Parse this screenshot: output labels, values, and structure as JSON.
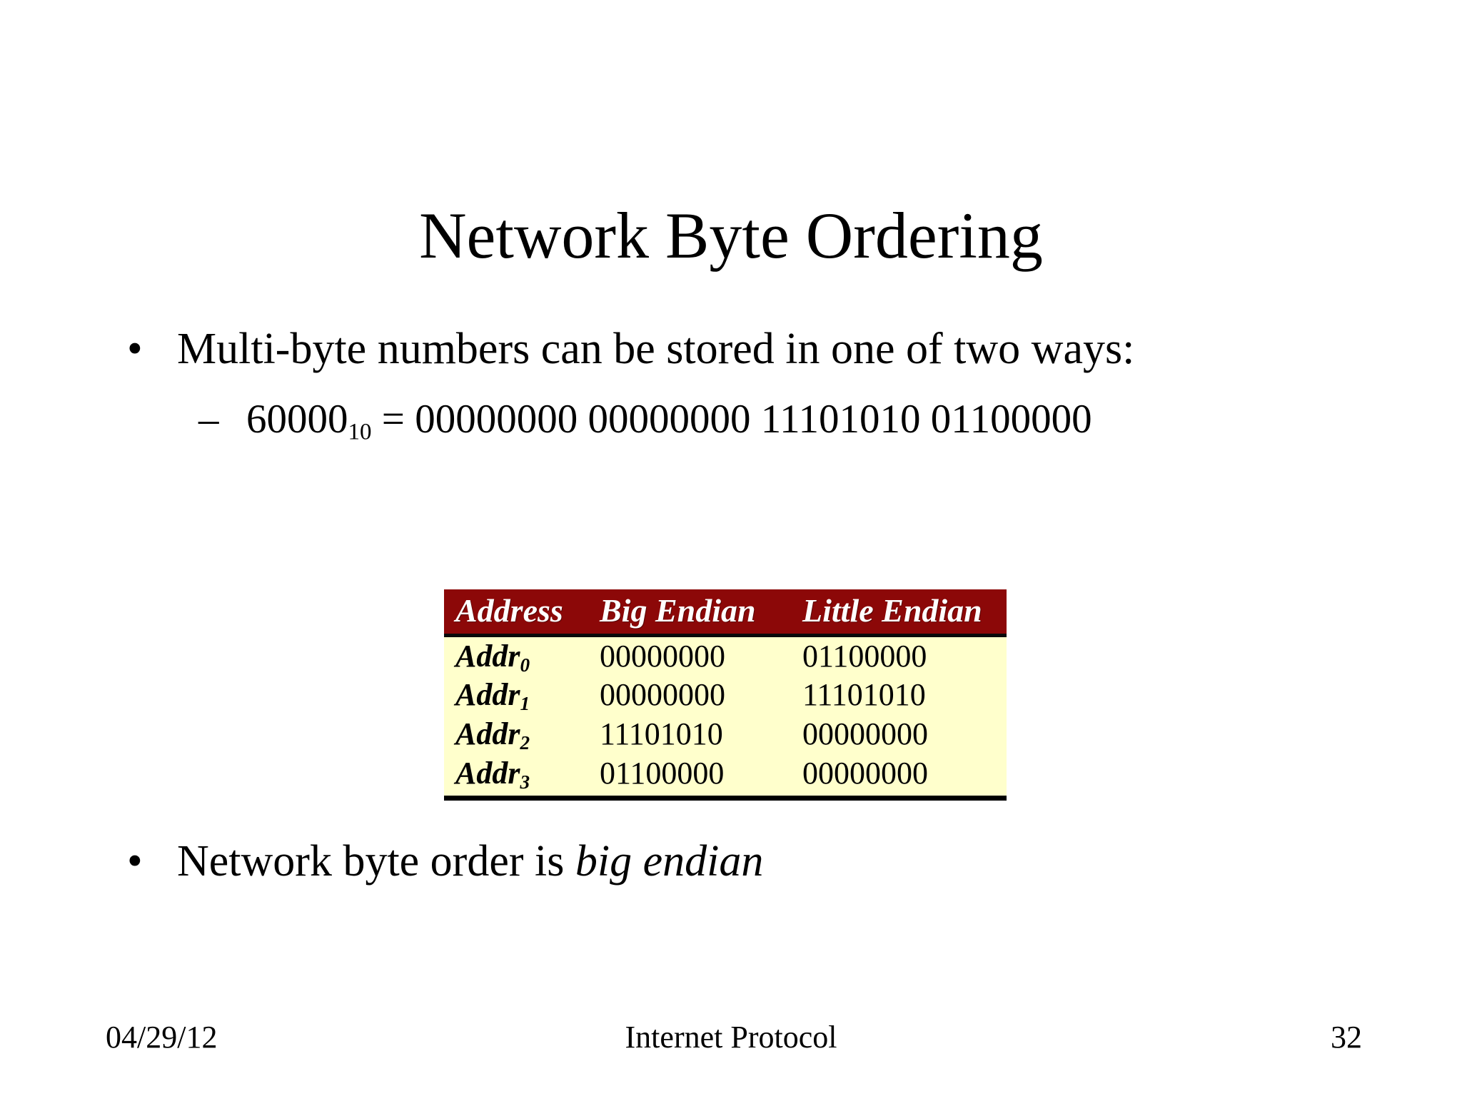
{
  "slide": {
    "title": "Network Byte Ordering",
    "background_color": "#ffffff",
    "text_color": "#000000"
  },
  "content": {
    "bullets": [
      {
        "marker": "•",
        "text": "Multi-byte numbers can be stored in one of two ways:"
      }
    ],
    "sub_bullet": {
      "marker": "–",
      "value": "60000",
      "subscript": "10",
      "equals": "=",
      "binary": "00000000 00000000 11101010 01100000"
    },
    "closing_bullet": {
      "marker": "•",
      "text_plain": "Network byte order is ",
      "text_italic": "big endian"
    }
  },
  "table": {
    "header_bg": "#8c0808",
    "header_fg": "#ffffff",
    "body_bg": "#ffffcc",
    "border_color": "#000000",
    "columns": [
      "Address",
      "Big Endian",
      "Little Endian"
    ],
    "rows": [
      {
        "address_label": "Addr",
        "address_index": "0",
        "big_endian": "00000000",
        "little_endian": "01100000"
      },
      {
        "address_label": "Addr",
        "address_index": "1",
        "big_endian": "00000000",
        "little_endian": "11101010"
      },
      {
        "address_label": "Addr",
        "address_index": "2",
        "big_endian": "11101010",
        "little_endian": "00000000"
      },
      {
        "address_label": "Addr",
        "address_index": "3",
        "big_endian": "01100000",
        "little_endian": "00000000"
      }
    ]
  },
  "footer": {
    "date": "04/29/12",
    "center": "Internet Protocol",
    "page_number": "32"
  }
}
